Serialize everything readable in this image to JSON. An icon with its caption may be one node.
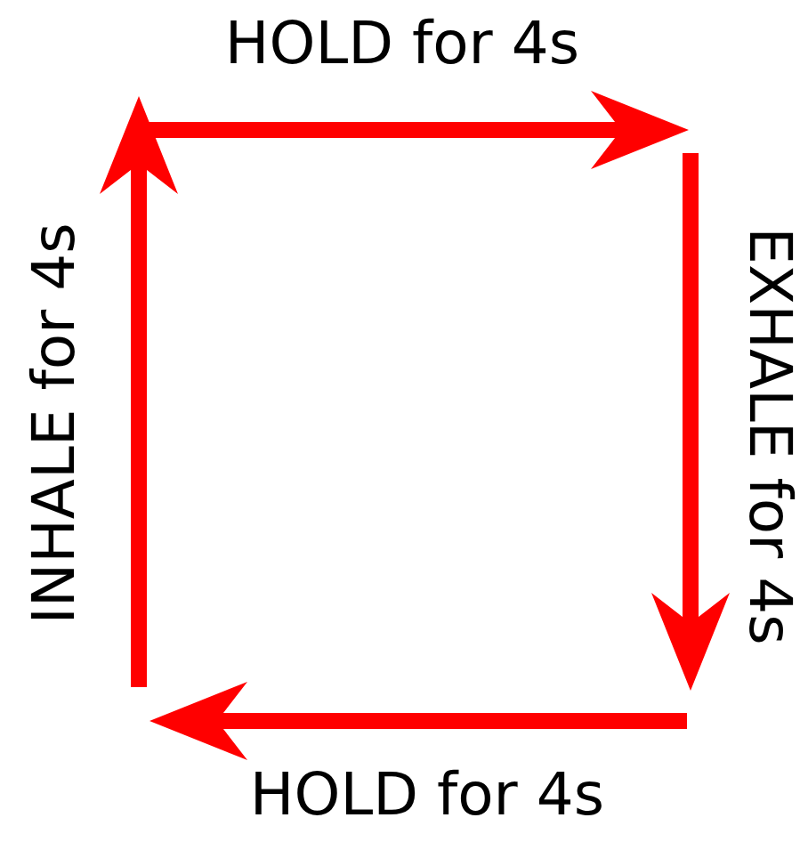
{
  "diagram": {
    "labels": [
      "HOLD for 4s",
      "EXHALE for 4s",
      "HOLD for 4s",
      "INHALE for 4s"
    ]
  }
}
